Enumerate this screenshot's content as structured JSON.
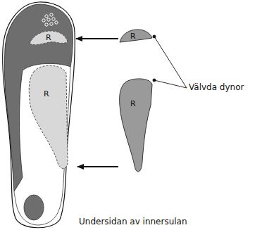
{
  "diagram": {
    "nodes": [
      {
        "text": [
          "R"
        ]
      },
      {
        "text": [
          "R"
        ]
      },
      {
        "text": [
          "R"
        ]
      },
      {
        "text": [
          "R"
        ]
      }
    ],
    "edges": [
      {
        "from": 2,
        "to": 0,
        "arrow": "to"
      },
      {
        "from": 3,
        "to": 1,
        "arrow": "to"
      }
    ],
    "labels": [
      "Välvda dynor",
      "Undersidan av innersulan"
    ]
  }
}
